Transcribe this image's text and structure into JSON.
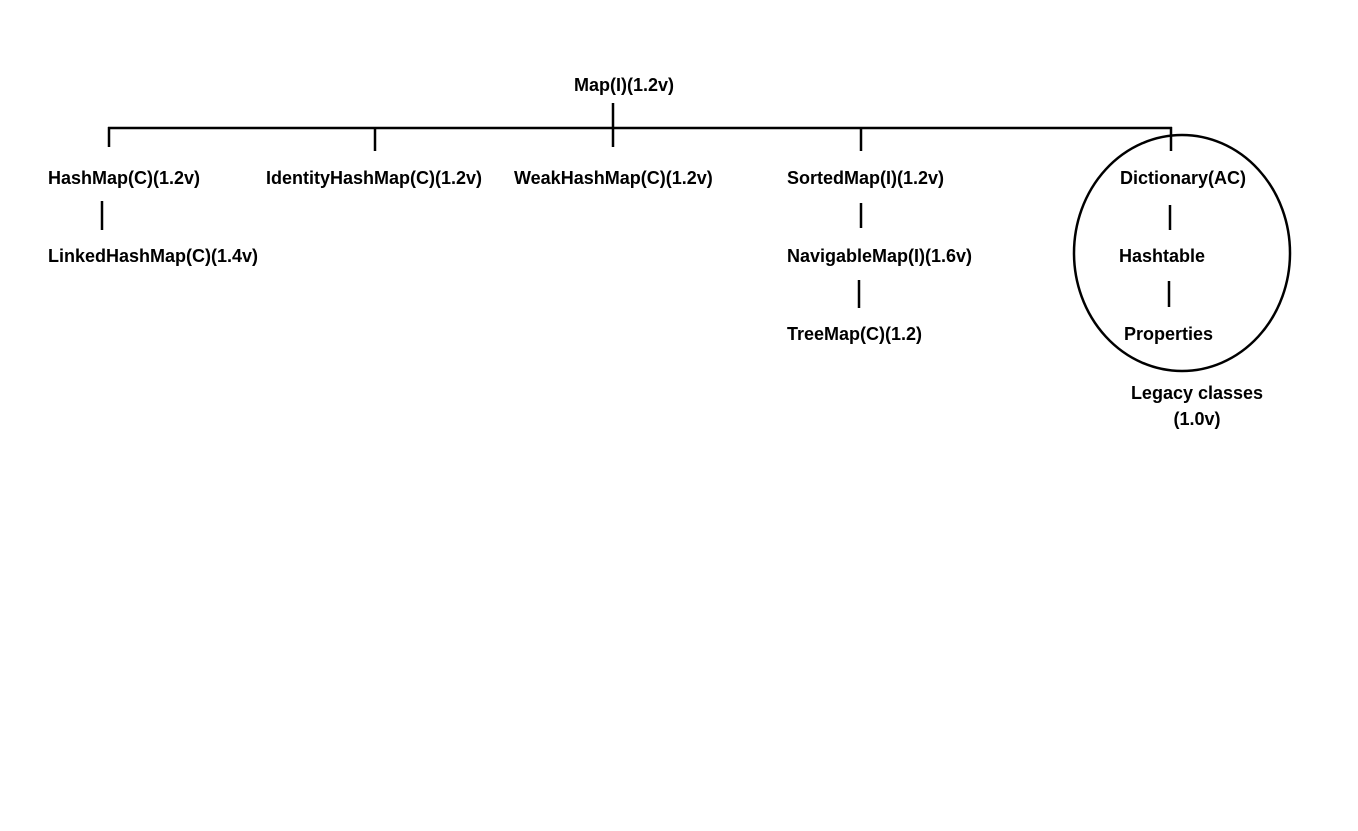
{
  "diagram": {
    "root": "Map(I)(1.2v)",
    "nodes": {
      "hashmap": "HashMap(C)(1.2v)",
      "linked_hashmap": "LinkedHashMap(C)(1.4v)",
      "identity_hashmap": "IdentityHashMap(C)(1.2v)",
      "weak_hashmap": "WeakHashMap(C)(1.2v)",
      "sorted_map": "SortedMap(I)(1.2v)",
      "navigable_map": "NavigableMap(I)(1.6v)",
      "tree_map": "TreeMap(C)(1.2)",
      "dictionary": "Dictionary(AC)",
      "hashtable": "Hashtable",
      "properties": "Properties"
    },
    "legacy_note": {
      "line1": "Legacy classes",
      "line2": "(1.0v)"
    },
    "colors": {
      "stroke": "#000000",
      "background": "#ffffff"
    }
  }
}
